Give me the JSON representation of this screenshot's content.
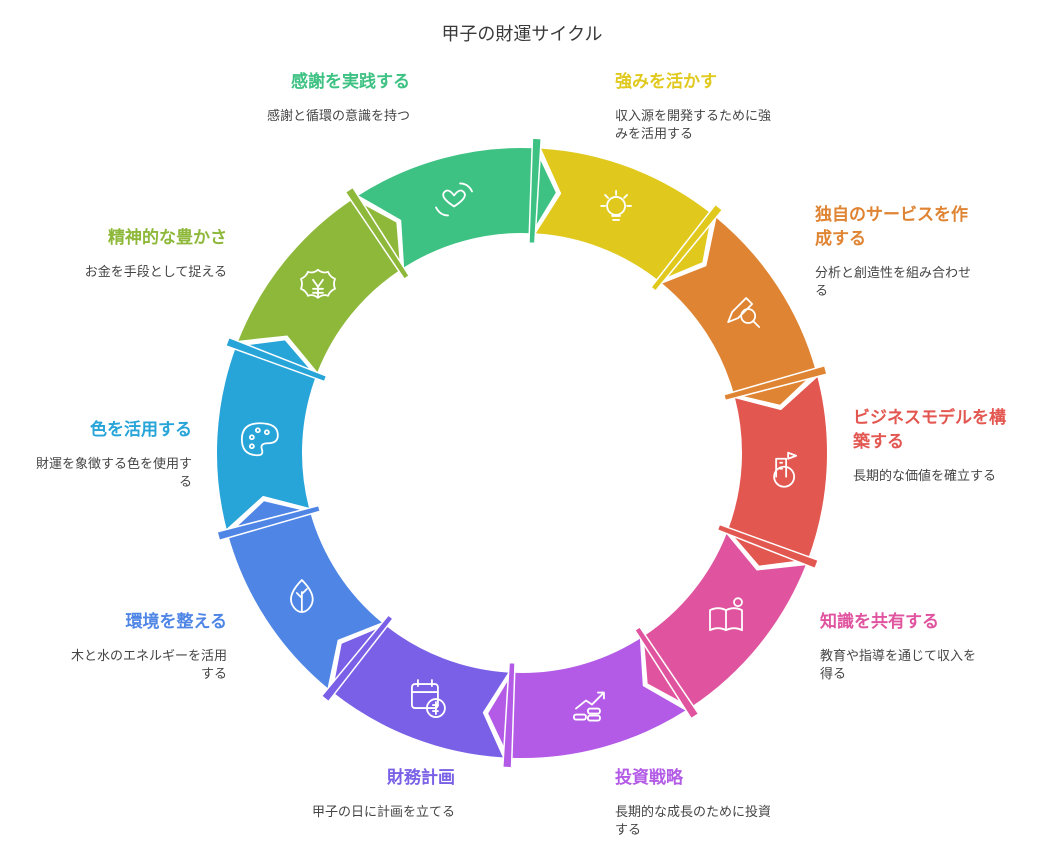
{
  "title": "甲子の財運サイクル",
  "segments": [
    {
      "heading": "強みを活かす",
      "desc": "収入源を開発するために強みを活用する",
      "color": "#e0c91c",
      "icon": "lightbulb-gear-icon"
    },
    {
      "heading": "独自のサービスを作成する",
      "desc": "分析と創造性を組み合わせる",
      "color": "#df8433",
      "icon": "pencil-magnifier-icon"
    },
    {
      "heading": "ビジネスモデルを構築する",
      "desc": "長期的な価値を確立する",
      "color": "#e35751",
      "icon": "building-gear-icon"
    },
    {
      "heading": "知識を共有する",
      "desc": "教育や指導を通じて収入を得る",
      "color": "#e0549f",
      "icon": "book-lightbulb-icon"
    },
    {
      "heading": "投資戦略",
      "desc": "長期的な成長のために投資する",
      "color": "#b35be6",
      "icon": "coins-growth-icon"
    },
    {
      "heading": "財務計画",
      "desc": "甲子の日に計画を立てる",
      "color": "#7a60e6",
      "icon": "calendar-dollar-icon"
    },
    {
      "heading": "環境を整える",
      "desc": "木と水のエネルギーを活用する",
      "color": "#4f86e6",
      "icon": "leaf-drop-icon"
    },
    {
      "heading": "色を活用する",
      "desc": "財運を象徴する色を使用する",
      "color": "#27a4d8",
      "icon": "palette-icon"
    },
    {
      "heading": "精神的な豊かさ",
      "desc": "お金を手段として捉える",
      "color": "#8eb83a",
      "icon": "yen-badge-icon"
    },
    {
      "heading": "感謝を実践する",
      "desc": "感謝と循環の意識を持つ",
      "color": "#3dc283",
      "icon": "hands-heart-icon"
    }
  ]
}
